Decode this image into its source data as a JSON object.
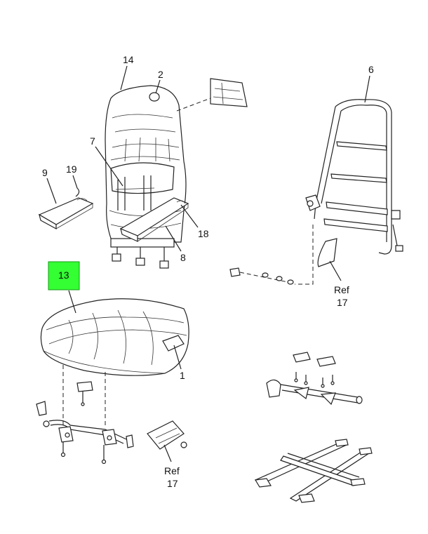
{
  "callouts": {
    "c14": "14",
    "c2": "2",
    "c6": "6",
    "c7": "7",
    "c9": "9",
    "c19": "19",
    "c18": "18",
    "c8": "8",
    "c13": "13",
    "c1": "1",
    "ref_a": "Ref",
    "ref_a_num": "17",
    "ref_b": "Ref",
    "ref_b_num": "17"
  },
  "colors": {
    "highlight": "#33ff33"
  }
}
